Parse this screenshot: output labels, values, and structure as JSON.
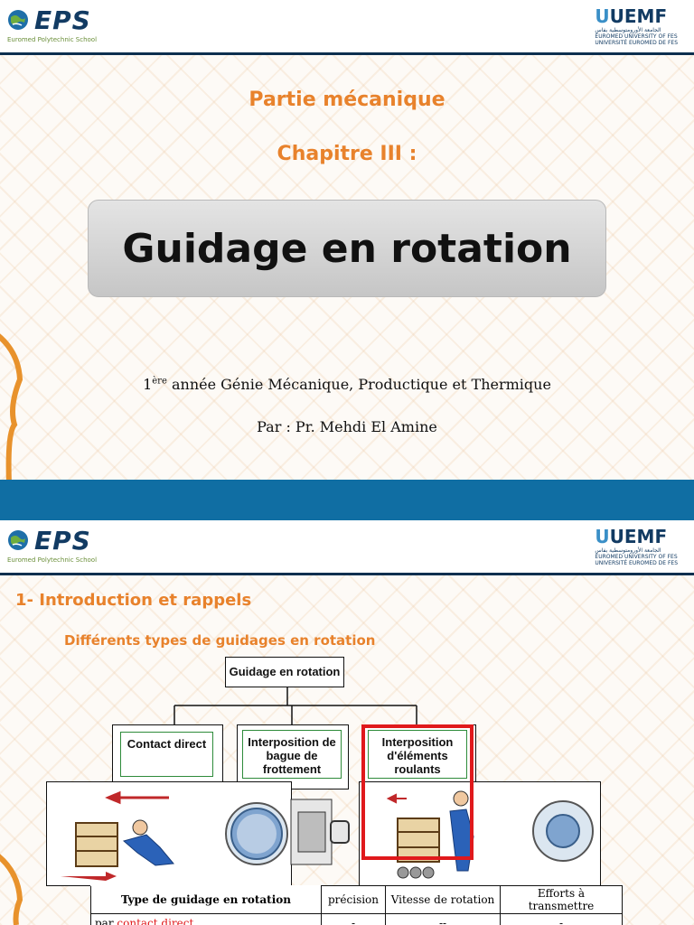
{
  "header": {
    "eps_logo_text": "EPS",
    "eps_logo_sub": "Euromed Polytechnic School",
    "uemf_logo_text": "UEMF",
    "uemf_lines": [
      "الجامعة الأورومتوسطية بفاس",
      "EUROMED UNIVERSITY OF FES",
      "UNIVERSITÉ EUROMED DE FES"
    ]
  },
  "slide1": {
    "part": "Partie mécanique",
    "chapter": "Chapitre III :",
    "title": "Guidage en rotation",
    "year_sup": "ère",
    "year_num": "1",
    "year_rest": " année Génie Mécanique, Productique et Thermique",
    "author": "Par : Pr. Mehdi El Amine",
    "colors": {
      "orange": "#e8822c",
      "band": "#106ea3",
      "navy": "#0d2f4f"
    }
  },
  "slide2": {
    "section": "1- Introduction et rappels",
    "subsection": "Différents types de guidages en rotation",
    "diagram": {
      "root": "Guidage en rotation",
      "children": [
        "Contact direct",
        "Interposition de bague de frottement",
        "Interposition d'éléments roulants"
      ],
      "highlighted": "Interposition d'éléments roulants"
    },
    "table": {
      "headers": [
        "Type de guidage en rotation",
        "précision",
        "Vitesse de rotation",
        "Efforts à transmettre"
      ],
      "rows": [
        {
          "prefix": "par ",
          "highlight": "contact direct",
          "values": [
            "-",
            "--",
            "-"
          ]
        }
      ]
    }
  }
}
